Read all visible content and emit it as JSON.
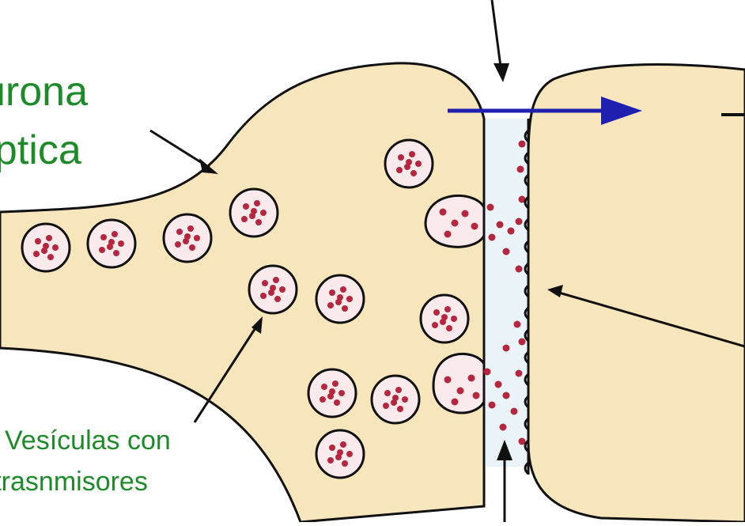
{
  "labels": {
    "presynaptic_line1": "urona",
    "presynaptic_line2": "áptica",
    "vesicles_line1": "Vesículas con",
    "vesicles_line2": "rotrasnmisores"
  },
  "colors": {
    "background": "#ffffff",
    "cell_fill": "#f7e6bc",
    "outline": "#111111",
    "vesicle_fill": "#fbeaec",
    "dot": "#b5263f",
    "cleft_fill": "#eaf4f8",
    "arrow_blue": "#1f1fb0",
    "label_green": "#1f8a2a"
  },
  "icons": [
    "blue-direction-arrow",
    "pointer-arrow"
  ]
}
